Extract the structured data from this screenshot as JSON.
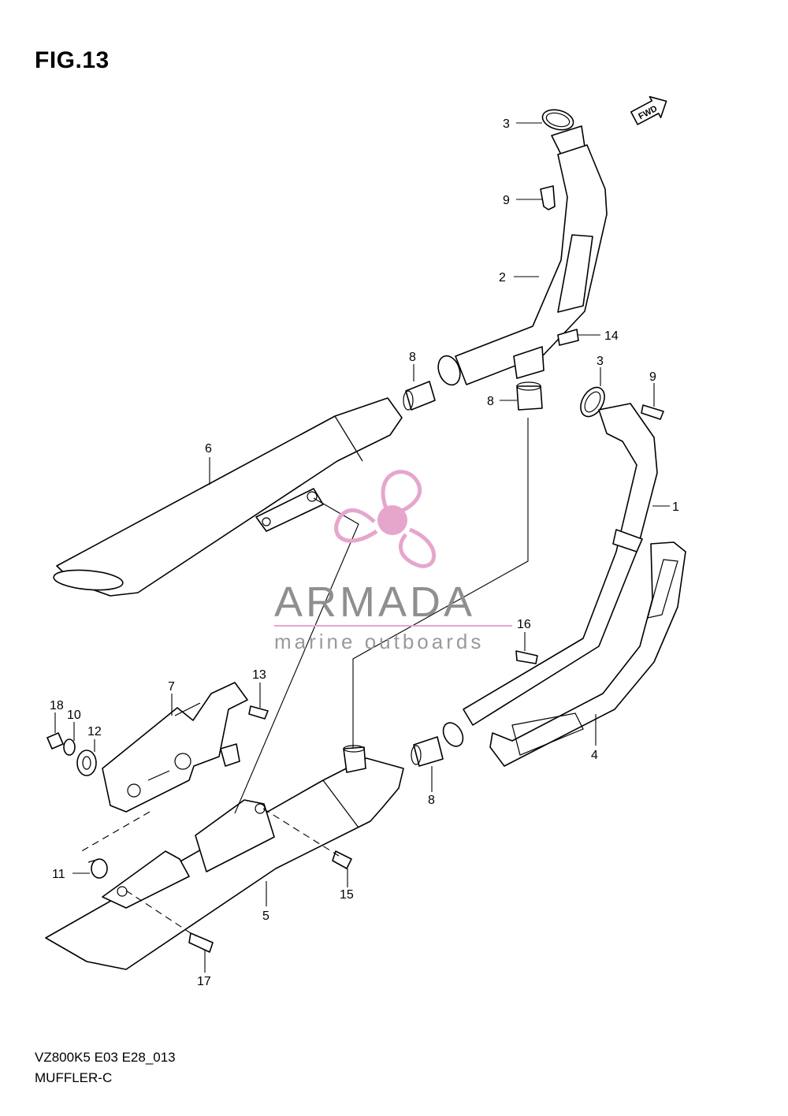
{
  "figure": {
    "title": "FIG.13",
    "model_code": "VZ800K5 E03 E28_013",
    "section_name": "MUFFLER-C",
    "fwd_label": "FWD"
  },
  "watermark": {
    "brand": "ARMADA",
    "tagline": "marine outboards",
    "color_pink": "#e6a6cc",
    "color_gray": "#8f8f8f"
  },
  "callouts": [
    {
      "id": "c3a",
      "label": "3"
    },
    {
      "id": "c9a",
      "label": "9"
    },
    {
      "id": "c2",
      "label": "2"
    },
    {
      "id": "c14",
      "label": "14"
    },
    {
      "id": "c8a",
      "label": "8"
    },
    {
      "id": "c3b",
      "label": "3"
    },
    {
      "id": "c9b",
      "label": "9"
    },
    {
      "id": "c8b",
      "label": "8"
    },
    {
      "id": "c6",
      "label": "6"
    },
    {
      "id": "c1",
      "label": "1"
    },
    {
      "id": "c16",
      "label": "16"
    },
    {
      "id": "c13",
      "label": "13"
    },
    {
      "id": "c7",
      "label": "7"
    },
    {
      "id": "c18",
      "label": "18"
    },
    {
      "id": "c10",
      "label": "10"
    },
    {
      "id": "c12",
      "label": "12"
    },
    {
      "id": "c4",
      "label": "4"
    },
    {
      "id": "c8c",
      "label": "8"
    },
    {
      "id": "c11",
      "label": "11"
    },
    {
      "id": "c15",
      "label": "15"
    },
    {
      "id": "c5",
      "label": "5"
    },
    {
      "id": "c17",
      "label": "17"
    }
  ]
}
